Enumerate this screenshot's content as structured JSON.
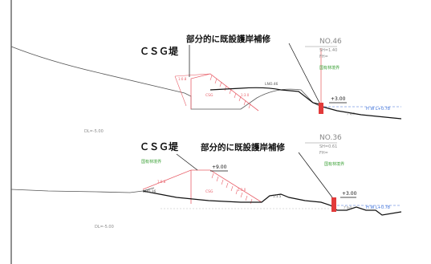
{
  "title": {
    "csg_upper": "ＣＳＧ堤",
    "repair_upper": "部分的に既設護岸補修",
    "csg_lower": "ＣＳＧ堤",
    "repair_lower": "部分的に既設護岸補修"
  },
  "sections": {
    "upper": {
      "station": "NO.46",
      "meta1": "SH=1.40",
      "meta2": "FH=",
      "boundary_label": "国有林境界",
      "crest_value": "+3.00",
      "hwl": "H W L+0.78",
      "ground_label": "LNO.46",
      "csg_tag": "CSG",
      "datum": "DL=-5.00",
      "slope_a": "1:0.8",
      "slope_b": "1:3.0",
      "block_label": "ﾌﾞﾛｯｸ"
    },
    "lower": {
      "station": "NO.36",
      "meta1": "SH=0.61",
      "meta2": "FH=",
      "boundary_left": "国有林境界",
      "boundary_right": "国有林境界",
      "crest_value": "+9.00",
      "right_value": "+3.00",
      "hwl": "H W L+0.78",
      "ground_label": "LNO.36",
      "csg_tag": "CSG",
      "datum": "DL=-5.00",
      "slope_a": "1:0.8",
      "slope_b": "1:3.0",
      "slope_c": "1:1.5",
      "block_label": "ﾌﾞﾛｯｸ"
    }
  },
  "colors": {
    "ink": "#111111",
    "csg_pink": "#e8606a",
    "repair_red": "#e23a3a",
    "hwl_blue": "#3a6fd8",
    "boundary_green": "#3aa035",
    "grey_text": "#888888"
  }
}
